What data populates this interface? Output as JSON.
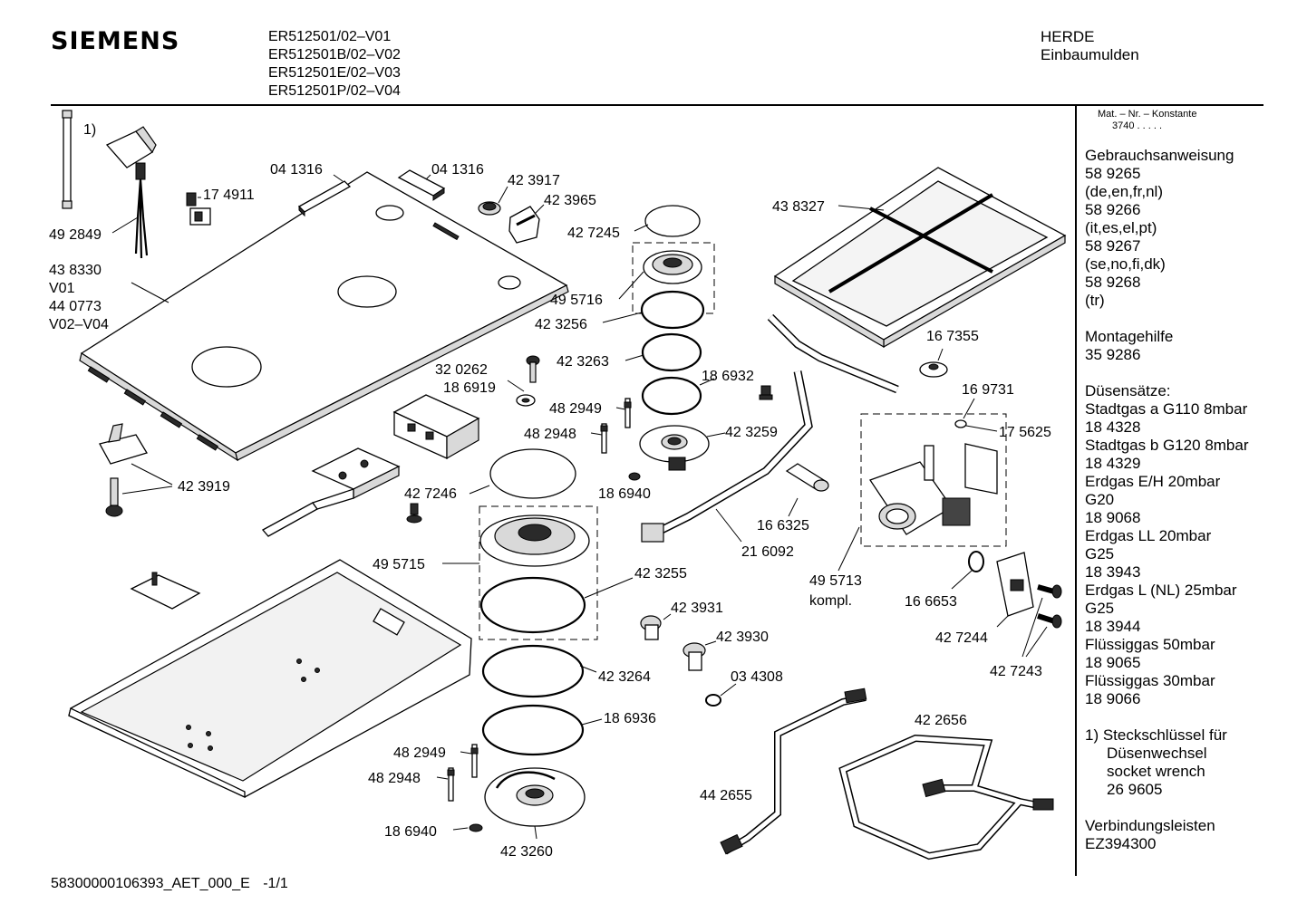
{
  "header": {
    "brand": "SIEMENS",
    "models": [
      "ER512501/02–V01",
      "ER512501B/02–V02",
      "ER512501E/02–V03",
      "ER512501P/02–V04"
    ],
    "category": "HERDE",
    "subcategory": "Einbaumulden"
  },
  "footer": {
    "doc_id": "58300000106393_AET_000_E",
    "page": "-1/1"
  },
  "sidebar": {
    "matnr_label": "Mat. – Nr. – Konstante",
    "matnr_value": "3740 .  .  .  .  .",
    "manual_title": "Gebrauchsanweisung",
    "manuals": [
      "58 9265",
      "(de,en,fr,nl)",
      "58 9266",
      "(it,es,el,pt)",
      "58 9267",
      "(se,no,fi,dk)",
      "58 9268",
      "(tr)"
    ],
    "mount_title": "Montagehilfe",
    "mount_value": "35 9286",
    "nozzle_title": "Düsensätze:",
    "nozzles": [
      "Stadtgas a G110 8mbar",
      "18 4328",
      "Stadtgas b G120 8mbar",
      "18 4329",
      "Erdgas E/H 20mbar",
      "G20",
      "18 9068",
      "Erdgas LL 20mbar",
      "G25",
      "18 3943",
      "Erdgas L (NL) 25mbar",
      "G25",
      "18 3944",
      "Flüssiggas 50mbar",
      "18 9065",
      "Flüssiggas 30mbar",
      "18 9066"
    ],
    "note_lines": [
      "1)  Steckschlüssel für",
      "Düsenwechsel",
      "socket wrench",
      "26 9605"
    ],
    "connector_title": "Verbindungsleisten",
    "connector_value": "EZ394300"
  },
  "diagram": {
    "labels": {
      "note_marker": "1)",
      "p492849": "49 2849",
      "p438330": "43 8330",
      "v01": "V01",
      "p440773": "44 0773",
      "v02v04": "V02–V04",
      "p174911": "17 4911",
      "p041316a": "04 1316",
      "p041316b": "04 1316",
      "p423917": "42 3917",
      "p423965": "42 3965",
      "p427245": "42 7245",
      "p495716": "49 5716",
      "p423256": "42 3256",
      "p423263": "42 3263",
      "p186932": "18 6932",
      "p320262": "32 0262",
      "p186919": "18 6919",
      "p482949a": "48 2949",
      "p482948a": "48 2948",
      "p423259": "42 3259",
      "p186940a": "18 6940",
      "p427246": "42 7246",
      "p423919": "42 3919",
      "p495715": "49 5715",
      "p423255": "42 3255",
      "p423264": "42 3264",
      "p186936": "18 6936",
      "p482949b": "48 2949",
      "p482948b": "48 2948",
      "p186940b": "18 6940",
      "p423260": "42 3260",
      "p438327": "43 8327",
      "p167355": "16 7355",
      "p169731": "16 9731",
      "p175625": "17 5625",
      "p166325": "16 6325",
      "p216092": "21 6092",
      "p495713": "49 5713",
      "kompl": "kompl.",
      "p166653": "16 6653",
      "p427244": "42 7244",
      "p427243": "42 7243",
      "p423931": "42 3931",
      "p423930": "42 3930",
      "p034308": "03 4308",
      "p422656": "42 2656",
      "p442655": "44 2655"
    }
  }
}
